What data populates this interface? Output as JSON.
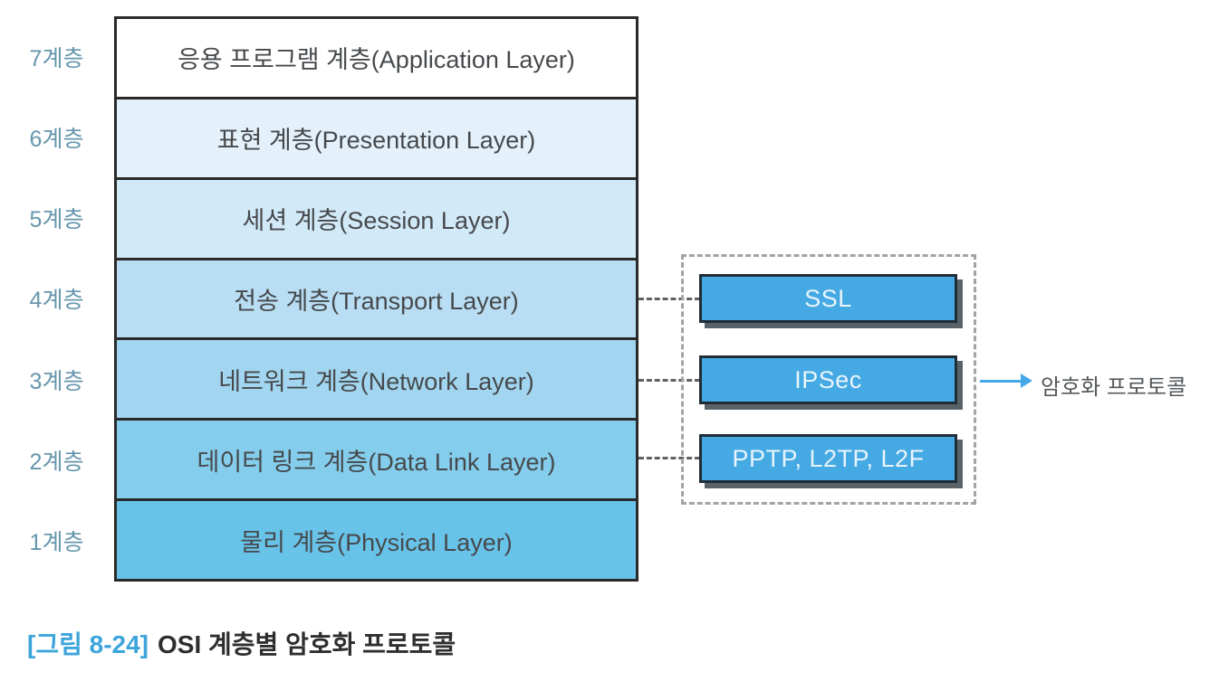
{
  "figure": {
    "caption": {
      "tag": "[그림 8-24]",
      "title": "OSI 계층별 암호화 프로토콜",
      "tag_color": "#3da4da",
      "title_color": "#2e2e2e"
    }
  },
  "osi_stack": {
    "side_label_color": "#6696ad",
    "layer_text_color": "#46494c",
    "border_color": "#2a2a2a",
    "layers": [
      {
        "side_label": "7계층",
        "name": "응용 프로그램 계층(Application Layer)",
        "fill": "#ffffff"
      },
      {
        "side_label": "6계층",
        "name": "표현 계층(Presentation Layer)",
        "fill": "#e4f1fa"
      },
      {
        "side_label": "5계층",
        "name": "세션 계층(Session Layer)",
        "fill": "#d2e9f7"
      },
      {
        "side_label": "4계층",
        "name": "전송 계층(Transport Layer)",
        "fill": "#b9def3"
      },
      {
        "side_label": "3계층",
        "name": "네트워크 계층(Network Layer)",
        "fill": "#a2d6f0"
      },
      {
        "side_label": "2계층",
        "name": "데이터 링크 계층(Data Link Layer)",
        "fill": "#84cdec"
      },
      {
        "side_label": "1계층",
        "name": "물리 계층(Physical Layer)",
        "fill": "#68c3e9"
      }
    ]
  },
  "protocol_panel": {
    "box_fill": "#45a9e3",
    "box_text_color": "#e8f4fc",
    "boxes": [
      {
        "label": "SSL",
        "connected_layer": "4계층"
      },
      {
        "label": "IPSec",
        "connected_layer": "3계층"
      },
      {
        "label": "PPTP, L2TP, L2F",
        "connected_layer": "2계층"
      }
    ],
    "annotation": {
      "label": "암호화 프로토콜",
      "arrow_color": "#45a9e8",
      "text_color": "#55595c"
    }
  }
}
